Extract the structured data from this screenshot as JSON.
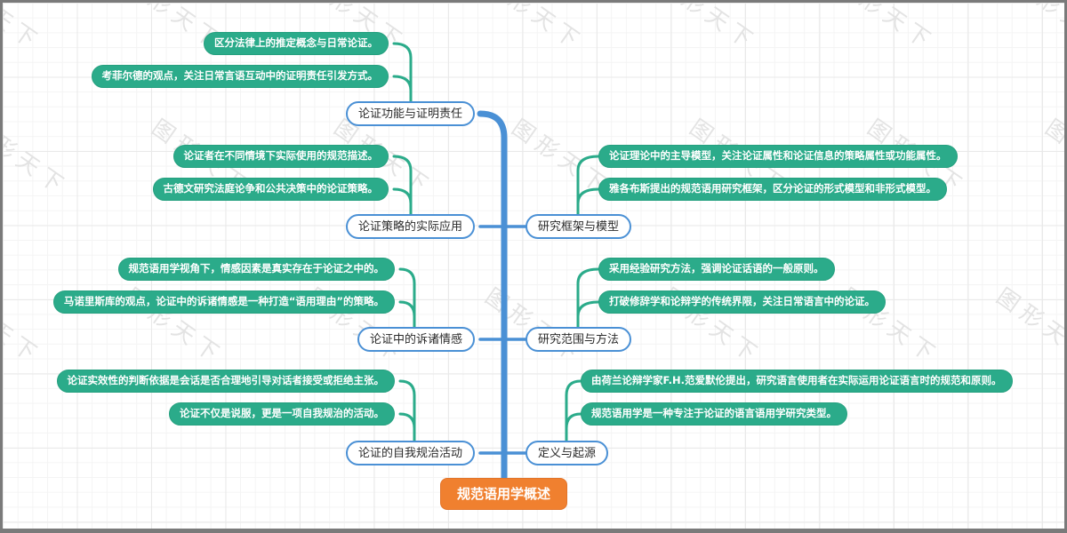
{
  "watermark": "图形天下",
  "root": {
    "label": "规范语用学概述"
  },
  "branches": [
    {
      "side": "left",
      "label": "论证功能与证明责任",
      "children": [
        "区分法律上的推定概念与日常论证。",
        "考菲尔德的观点，关注日常言语互动中的证明责任引发方式。"
      ]
    },
    {
      "side": "left",
      "label": "论证策略的实际应用",
      "children": [
        "论证者在不同情境下实际使用的规范描述。",
        "古德文研究法庭论争和公共决策中的论证策略。"
      ]
    },
    {
      "side": "left",
      "label": "论证中的诉诸情感",
      "children": [
        "规范语用学视角下，情感因素是真实存在于论证之中的。",
        "马诺里斯库的观点，论证中的诉诸情感是一种打造“语用理由”的策略。"
      ]
    },
    {
      "side": "left",
      "label": "论证的自我规治活动",
      "children": [
        "论证实效性的判断依据是会话是否合理地引导对话者接受或拒绝主张。",
        "论证不仅是说服，更是一项自我规治的活动。"
      ]
    },
    {
      "side": "right",
      "label": "研究框架与模型",
      "children": [
        "论证理论中的主导模型，关注论证属性和论证信息的策略属性或功能属性。",
        "雅各布斯提出的规范语用研究框架，区分论证的形式模型和非形式模型。"
      ]
    },
    {
      "side": "right",
      "label": "研究范围与方法",
      "children": [
        "采用经验研究方法，强调论证话语的一般原则。",
        "打破修辞学和论辩学的传统界限，关注日常语言中的论证。"
      ]
    },
    {
      "side": "right",
      "label": "定义与起源",
      "children": [
        "由荷兰论辩学家F.H.范爱默伦提出，研究语言使用者在实际运用论证语言时的规范和原则。",
        "规范语用学是一种专注于论证的语言语用学研究类型。"
      ]
    }
  ],
  "colors": {
    "trunk_line": "#4a90d5",
    "topic_border": "#4a90d5",
    "child_fill": "#2bab8a",
    "child_line": "#2bab8a",
    "root_fill": "#f0802f",
    "watermark": "#e3e3e3"
  }
}
